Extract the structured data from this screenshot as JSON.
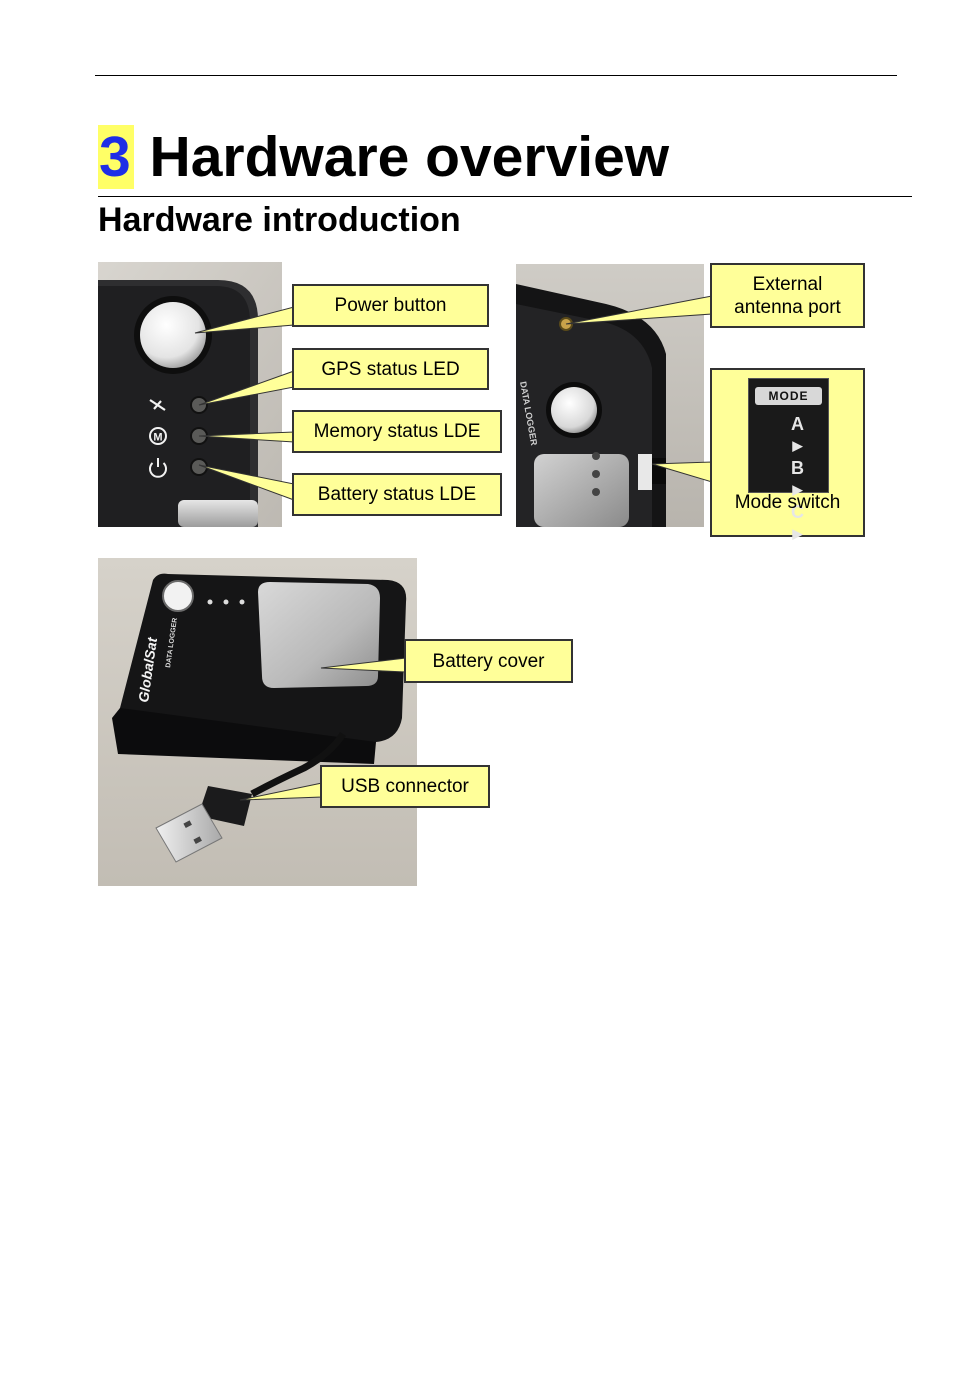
{
  "chapter": {
    "number": "3",
    "title": "Hardware overview"
  },
  "section": {
    "title": "Hardware introduction"
  },
  "photos": {
    "front_panel": {
      "icons": [
        "satellite-icon",
        "memory-m-icon",
        "power-icon"
      ]
    },
    "side_view": {
      "printed_text": "DATA LOGGER"
    },
    "device_top": {
      "brand_logo": "GlobalSat",
      "printed_text": "DATA LOGGER"
    }
  },
  "mode_switch_panel": {
    "header": "MODE",
    "positions": [
      "A",
      "B",
      "C"
    ]
  },
  "callouts": {
    "power_button": "Power button",
    "gps_led": "GPS status LED",
    "memory_led": "Memory status LDE",
    "battery_led": "Battery status LDE",
    "external_antenna_line1": "External",
    "external_antenna_line2": "antenna port",
    "mode_switch": "Mode switch",
    "battery_cover": "Battery cover",
    "usb_connector": "USB connector"
  },
  "colors": {
    "callout_fill": "#ffff99",
    "chapter_number": "#1f2ee6",
    "chapter_highlight": "#ffff66"
  }
}
